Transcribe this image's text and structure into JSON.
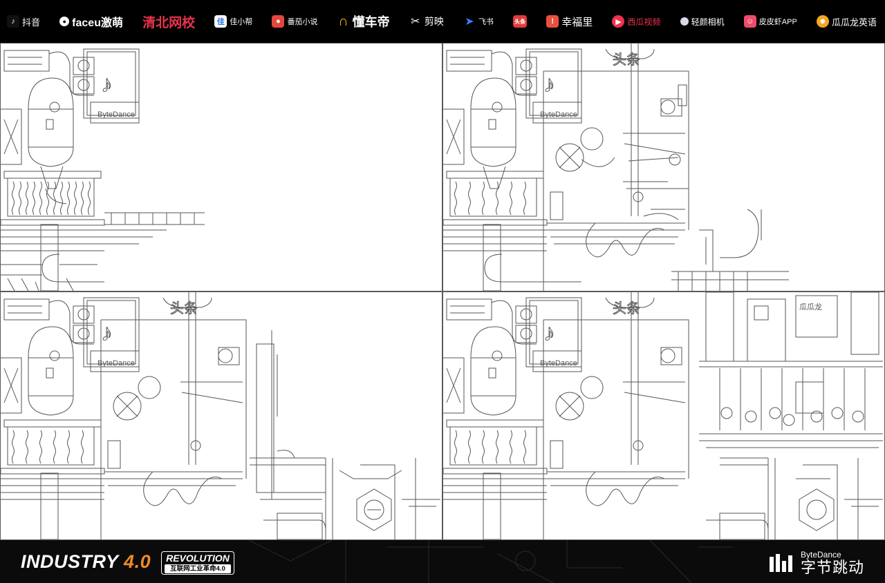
{
  "brands": [
    {
      "name": "抖音",
      "icon": "douyin-icon",
      "color": "#111111"
    },
    {
      "name": "faceu激萌",
      "icon": "faceu-icon",
      "color": "#111111"
    },
    {
      "name": "清北网校",
      "icon": "",
      "color": "#e8334a"
    },
    {
      "name": "佳小帮",
      "icon": "jiaxiaobang-icon",
      "color": "#2a73e8"
    },
    {
      "name": "番茄小说",
      "icon": "tomato-icon",
      "color": "#e5473c"
    },
    {
      "name": "懂车帝",
      "icon": "dongchedi-icon",
      "color": "#f5c400"
    },
    {
      "name": "剪映",
      "icon": "jianying-icon",
      "color": "#000000"
    },
    {
      "name": "飞书",
      "icon": "feishu-icon",
      "color": "#3c7bf6"
    },
    {
      "name": "头条",
      "icon": "toutiao-icon",
      "color": "#e23b3b"
    },
    {
      "name": "幸福里",
      "icon": "xingfuli-icon",
      "color": "#e8503f"
    },
    {
      "name": "西瓜视频",
      "icon": "xigua-icon",
      "color": "#f0334a"
    },
    {
      "name": "轻颜相机",
      "icon": "qingyan-icon",
      "color": "#d8d8e8"
    },
    {
      "name": "皮皮虾APP",
      "icon": "pipixia-icon",
      "color": "#f04a6b"
    },
    {
      "name": "瓜瓜龙英语",
      "icon": "guagualong-icon",
      "color": "#f5a623"
    }
  ],
  "footer": {
    "title_word": "INDUSTRY",
    "title_num": "4.0",
    "rev_word": "REVOLUTION",
    "rev_sub": "互联网工业革命4.0",
    "company_en": "ByteDance",
    "company_cn": "字节跳动"
  },
  "signs": {
    "bytedance": "ByteDance",
    "toutiao": "头条",
    "guagualong": "瓜瓜龙"
  },
  "colors": {
    "accent": "#f08a2a",
    "line": "#555555",
    "divider": "#5a5a5a"
  }
}
